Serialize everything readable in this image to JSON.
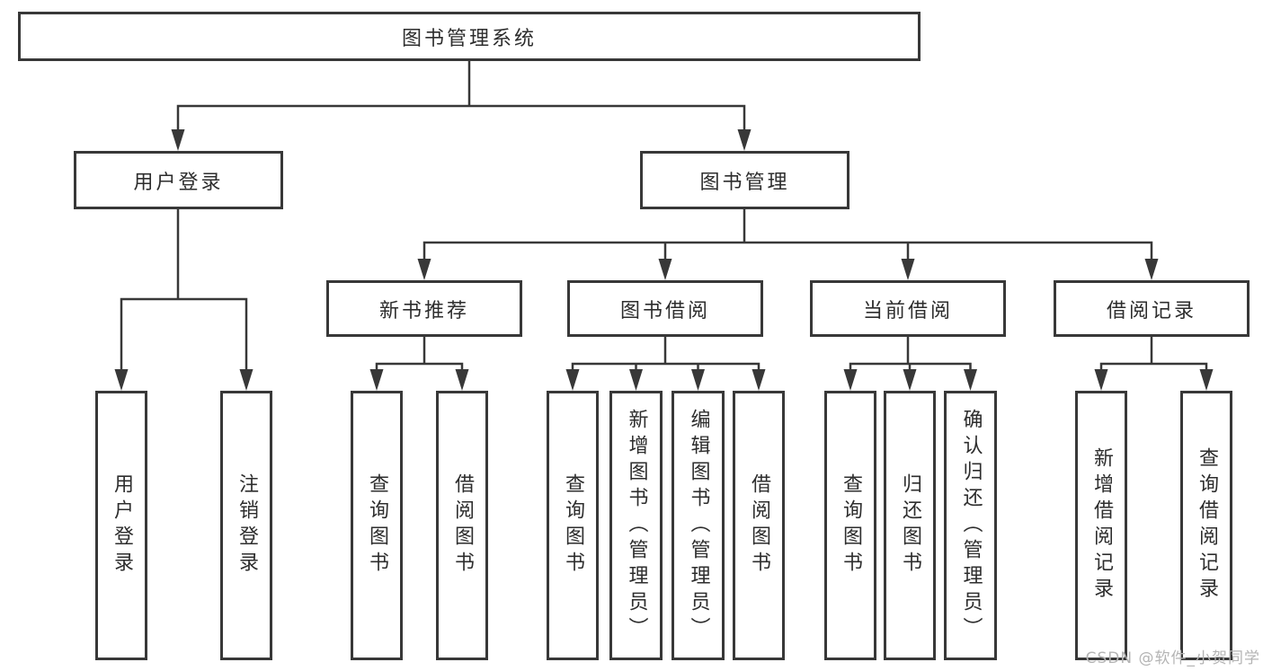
{
  "tree": {
    "label": "图书管理系统",
    "children": [
      {
        "label": "用户登录",
        "children": [
          {
            "label": "用户登录"
          },
          {
            "label": "注销登录"
          }
        ]
      },
      {
        "label": "图书管理",
        "children": [
          {
            "label": "新书推荐",
            "children": [
              {
                "label": "查询图书"
              },
              {
                "label": "借阅图书"
              }
            ]
          },
          {
            "label": "图书借阅",
            "children": [
              {
                "label": "查询图书"
              },
              {
                "label": "新增图书（管理员）"
              },
              {
                "label": "编辑图书（管理员）"
              },
              {
                "label": "借阅图书"
              }
            ]
          },
          {
            "label": "当前借阅",
            "children": [
              {
                "label": "查询图书"
              },
              {
                "label": "归还图书"
              },
              {
                "label": "确认归还（管理员）"
              }
            ]
          },
          {
            "label": "借阅记录",
            "children": [
              {
                "label": "新增借阅记录"
              },
              {
                "label": "查询借阅记录"
              }
            ]
          }
        ]
      }
    ]
  },
  "watermark": {
    "text": "CSDN @软件_小贺同学"
  },
  "colors": {
    "line": "#383838",
    "node_border": "#383838",
    "text": "#2d2d2d",
    "watermark": "#b4b4b4",
    "background": "#ffffff"
  }
}
